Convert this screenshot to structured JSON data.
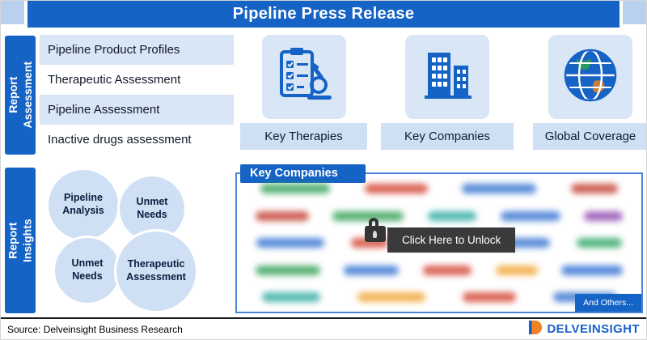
{
  "banner": {
    "title": "Pipeline Press Release"
  },
  "report_assessment": {
    "label": "Report\nAssessment",
    "items": [
      "Pipeline Product Profiles",
      "Therapeutic Assessment",
      "Pipeline Assessment",
      "Inactive drugs assessment"
    ]
  },
  "cards": [
    {
      "label": "Key Therapies",
      "icon": "checklist-microscope-icon"
    },
    {
      "label": "Key Companies",
      "icon": "buildings-icon"
    },
    {
      "label": "Global Coverage",
      "icon": "globe-icon"
    }
  ],
  "report_insights": {
    "label": "Report\nInsights",
    "circles": [
      "Pipeline\nAnalysis",
      "Unmet\nNeeds",
      "Unmet\nNeeds",
      "Therapeutic\nAssessment"
    ]
  },
  "companies_panel": {
    "header": "Key Companies",
    "unlock_button": "Click Here to Unlock",
    "and_others": "And Others...",
    "blurred_logos": [
      [
        {
          "c": "#2e9e53",
          "w": 86
        },
        {
          "c": "#d23c2a",
          "w": 78
        },
        {
          "c": "#2f6fd0",
          "w": 92
        },
        {
          "c": "#c0392b",
          "w": 58
        }
      ],
      [
        {
          "c": "#c0392b",
          "w": 66
        },
        {
          "c": "#2e9e53",
          "w": 88
        },
        {
          "c": "#2aa8a0",
          "w": 60
        },
        {
          "c": "#2f6fd0",
          "w": 74
        },
        {
          "c": "#8e44ad",
          "w": 48
        }
      ],
      [
        {
          "c": "#2f6fd0",
          "w": 84
        },
        {
          "c": "#d23c2a",
          "w": 46
        },
        {
          "c": "#e8821e",
          "w": 64
        },
        {
          "c": "#2f6fd0",
          "w": 70
        },
        {
          "c": "#27a35f",
          "w": 56
        }
      ],
      [
        {
          "c": "#2e9e53",
          "w": 80
        },
        {
          "c": "#2f6fd0",
          "w": 68
        },
        {
          "c": "#d23c2a",
          "w": 60
        },
        {
          "c": "#f0a32e",
          "w": 52
        },
        {
          "c": "#2b6bd3",
          "w": 76
        }
      ],
      [
        {
          "c": "#2aa8a0",
          "w": 72
        },
        {
          "c": "#f0a32e",
          "w": 84
        },
        {
          "c": "#d23c2a",
          "w": 66
        },
        {
          "c": "#2f6fd0",
          "w": 78
        }
      ]
    ]
  },
  "footer": {
    "source": "Source: Delveinsight Business Research",
    "brand": "DELVEINSIGHT"
  },
  "colors": {
    "primary_blue": "#1563c5",
    "light_blue": "#cfe0f4",
    "corner_blue": "#b9d1ee",
    "tooltip_dark": "#3a3a3c",
    "brand_orange": "#f58220"
  }
}
